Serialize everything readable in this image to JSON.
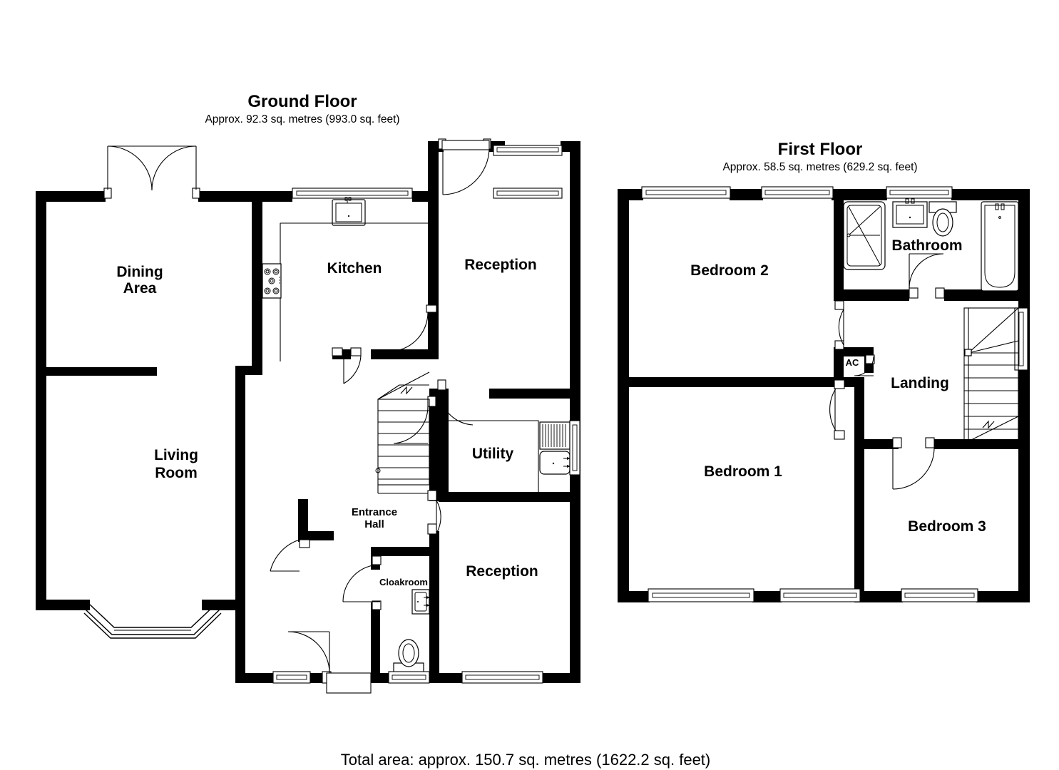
{
  "document": {
    "type": "floor-plan",
    "total_area_text": "Total area: approx. 150.7 sq. metres (1622.2 sq. feet)"
  },
  "floors": [
    {
      "id": "ground",
      "title": "Ground Floor",
      "subtitle": "Approx. 92.3 sq. metres (993.0 sq. feet)",
      "area_sq_metres": 92.3,
      "area_sq_feet": 993.0,
      "rooms": [
        {
          "key": "dining_area",
          "label": "Dining Area",
          "label_lines": [
            "Dining",
            "Area"
          ]
        },
        {
          "key": "kitchen",
          "label": "Kitchen",
          "label_lines": [
            "Kitchen"
          ]
        },
        {
          "key": "reception_rear",
          "label": "Reception",
          "label_lines": [
            "Reception"
          ]
        },
        {
          "key": "living_room",
          "label": "Living Room",
          "label_lines": [
            "Living",
            "Room"
          ]
        },
        {
          "key": "utility",
          "label": "Utility",
          "label_lines": [
            "Utility"
          ]
        },
        {
          "key": "entrance_hall",
          "label": "Entrance Hall",
          "label_lines": [
            "Entrance",
            "Hall"
          ]
        },
        {
          "key": "cloakroom",
          "label": "Cloakroom",
          "label_lines": [
            "Cloakroom"
          ]
        },
        {
          "key": "reception_front",
          "label": "Reception",
          "label_lines": [
            "Reception"
          ]
        }
      ],
      "fixtures": [
        "kitchen-sink",
        "hob",
        "utility-sink",
        "radiator",
        "wc",
        "wash-basin",
        "staircase",
        "bay-window",
        "french-doors"
      ]
    },
    {
      "id": "first",
      "title": "First Floor",
      "subtitle": "Approx. 58.5 sq. metres (629.2 sq. feet)",
      "area_sq_metres": 58.5,
      "area_sq_feet": 629.2,
      "rooms": [
        {
          "key": "bedroom_2",
          "label": "Bedroom 2",
          "label_lines": [
            "Bedroom 2"
          ]
        },
        {
          "key": "bathroom",
          "label": "Bathroom",
          "label_lines": [
            "Bathroom"
          ]
        },
        {
          "key": "landing",
          "label": "Landing",
          "label_lines": [
            "Landing"
          ]
        },
        {
          "key": "bedroom_1",
          "label": "Bedroom 1",
          "label_lines": [
            "Bedroom 1"
          ]
        },
        {
          "key": "bedroom_3",
          "label": "Bedroom 3",
          "label_lines": [
            "Bedroom 3"
          ]
        },
        {
          "key": "airing_cupboard",
          "label": "AC",
          "label_lines": [
            "AC"
          ]
        }
      ],
      "fixtures": [
        "shower",
        "wash-basin",
        "wc",
        "bath",
        "staircase"
      ]
    }
  ],
  "colors": {
    "wall": "#000000",
    "background": "#ffffff",
    "text": "#000000"
  }
}
